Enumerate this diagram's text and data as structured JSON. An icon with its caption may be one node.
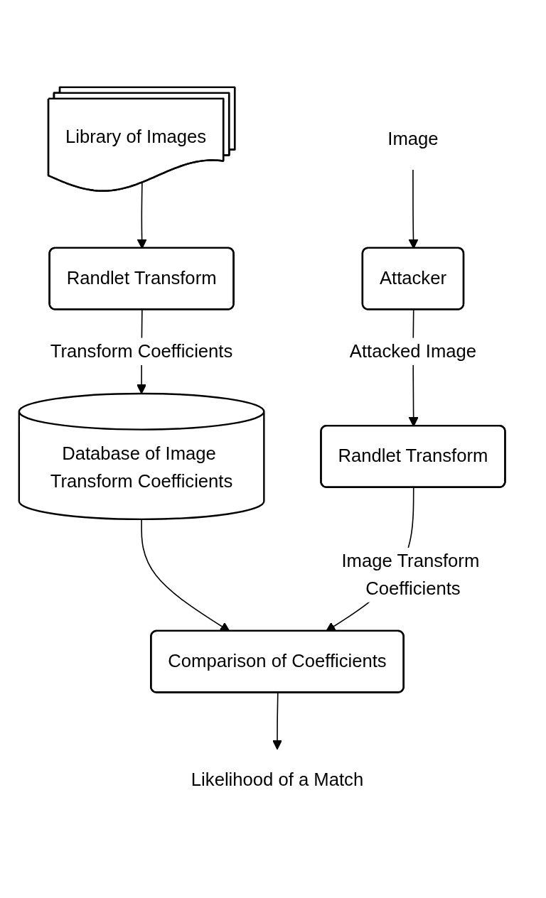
{
  "diagram": {
    "nodes": [
      {
        "text": [
          "Library of Images"
        ]
      },
      {
        "text": [
          "Image"
        ]
      },
      {
        "text": [
          "Randlet Transform"
        ]
      },
      {
        "text": [
          "Attacker"
        ]
      },
      {
        "text": [
          "Database of Image Transform Coefficients"
        ]
      },
      {
        "text": [
          "Randlet Transform"
        ]
      },
      {
        "text": [
          "Comparison of Coefficients"
        ]
      },
      {
        "text": [
          "Likelihood of a Match"
        ]
      }
    ],
    "edges": [
      {
        "from": 0,
        "to": 2,
        "arrow": "to"
      },
      {
        "from": 1,
        "to": 3,
        "arrow": "to"
      },
      {
        "from": 2,
        "to": 4,
        "arrow": "to",
        "label": "Transform Coefficients"
      },
      {
        "from": 3,
        "to": 5,
        "arrow": "to",
        "label": "Attacked Image"
      },
      {
        "from": 4,
        "to": 6,
        "arrow": "to"
      },
      {
        "from": 5,
        "to": 6,
        "arrow": "to",
        "label": "Image Transform Coefficients"
      },
      {
        "from": 6,
        "to": 7,
        "arrow": "to"
      }
    ]
  }
}
